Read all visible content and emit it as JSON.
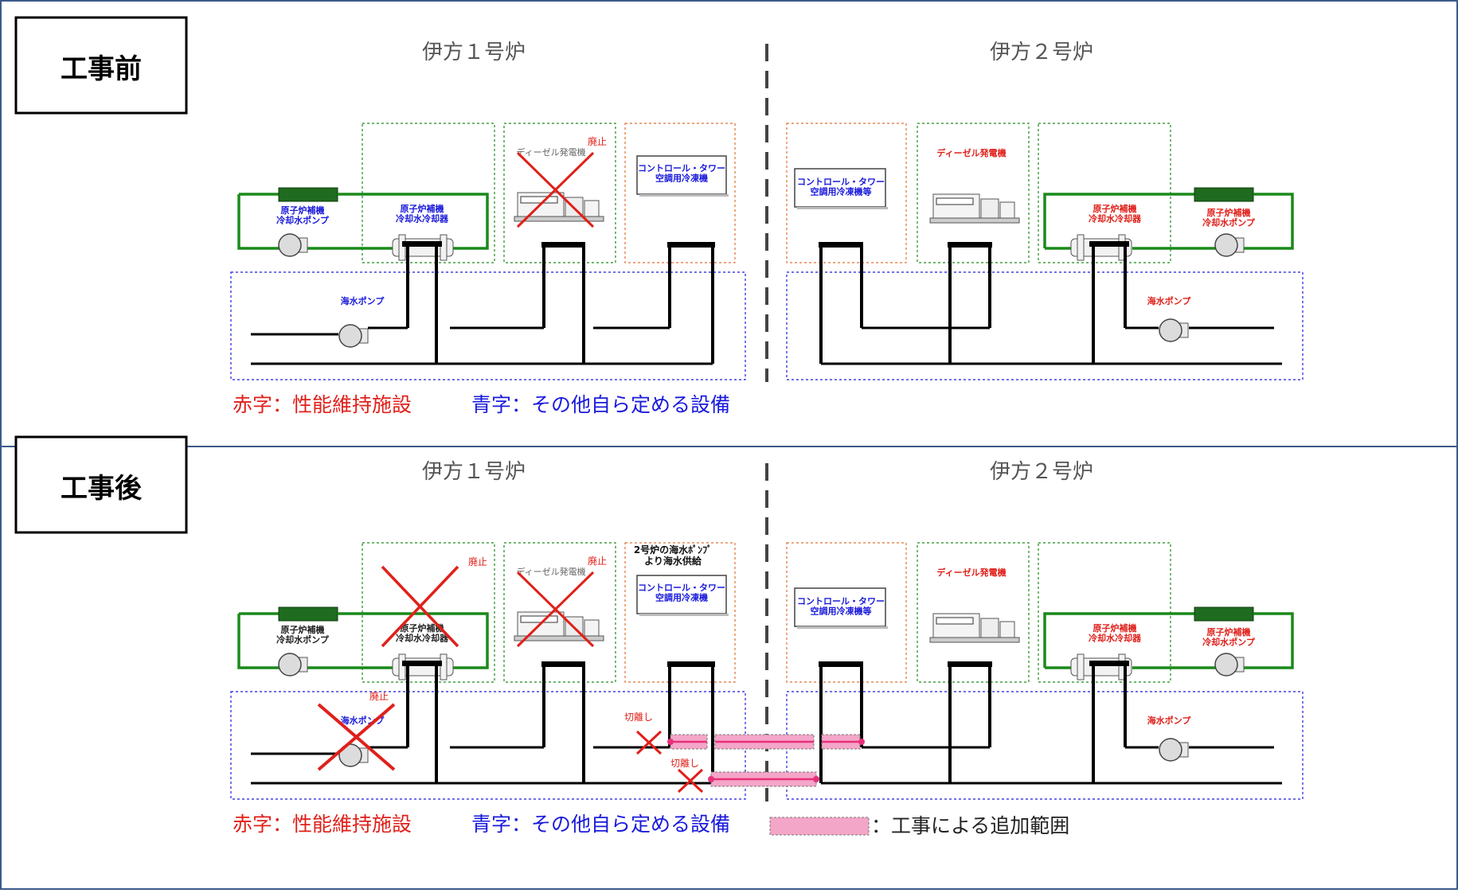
{
  "before": {
    "tag": "工事前",
    "unit1_title": "伊方１号炉",
    "unit2_title": "伊方２号炉",
    "u1_aux_pump": "原子炉補機\n冷却水ポンプ",
    "u1_aux_cooler": "原子炉補機\n冷却水冷却器",
    "u1_diesel": "ディーゼル発電機",
    "u1_ctrl_tower": "コントロール・タワー\n空調用冷凍機",
    "u1_seawater_pump": "海水ポンプ",
    "u2_ctrl_tower": "コントロール・タワー\n空調用冷凍機等",
    "u2_diesel": "ディーゼル発電機",
    "u2_aux_cooler": "原子炉補機\n冷却水冷却器",
    "u2_aux_pump": "原子炉補機\n冷却水ポンプ",
    "u2_seawater_pump": "海水ポンプ",
    "abolished": "廃止",
    "legend_red": "赤字：性能維持施設",
    "legend_blue": "青字：その他自ら定める設備"
  },
  "after": {
    "tag": "工事後",
    "unit1_title": "伊方１号炉",
    "unit2_title": "伊方２号炉",
    "u1_aux_pump": "原子炉補機\n冷却水ポンプ",
    "u1_aux_cooler": "原子炉補機\n冷却水冷却器",
    "u1_diesel": "ディーゼル発電機",
    "u1_supply_note": "2号炉の海水ﾎﾟﾝﾌﾟ\nより海水供給",
    "u1_ctrl_tower": "コントロール・タワー\n空調用冷凍機",
    "u1_seawater_pump": "海水ポンプ",
    "u2_ctrl_tower": "コントロール・タワー\n空調用冷凍機等",
    "u2_diesel": "ディーゼル発電機",
    "u2_aux_cooler": "原子炉補機\n冷却水冷却器",
    "u2_aux_pump": "原子炉補機\n冷却水ポンプ",
    "u2_seawater_pump": "海水ポンプ",
    "abolished": "廃止",
    "disconnect": "切離し",
    "legend_red": "赤字：性能維持施設",
    "legend_blue": "青字：その他自ら定める設備",
    "legend_pink": "：工事による追加範囲"
  },
  "colors": {
    "red": "#e0201a",
    "blue": "#1a1adc",
    "green": "#1a8a1a",
    "navy": "#1f3a93",
    "pink": "#f4a6c8",
    "pink_edge": "#e8307a",
    "frame": "#3b5a8c"
  }
}
